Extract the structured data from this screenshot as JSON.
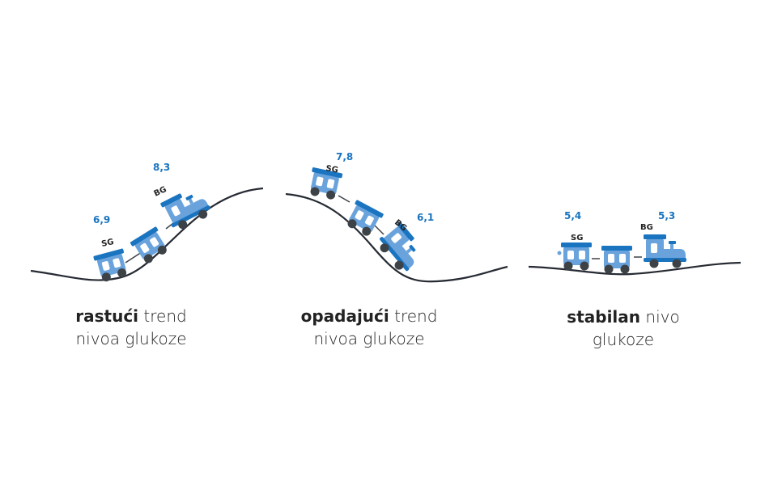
{
  "colors": {
    "car_light": "#6aa3dc",
    "car_dark": "#1a74c0",
    "wheel": "#3d4247",
    "track": "#262a33",
    "value_text": "#1a74c0"
  },
  "panels": [
    {
      "sg_label": "SG",
      "bg_label": "BG",
      "sg_value": "6,9",
      "bg_value": "8,3",
      "caption_bold": "rastući",
      "caption_rest": " trend",
      "caption_line2": "nivoa glukoze"
    },
    {
      "sg_label": "SG",
      "bg_label": "BG",
      "sg_value": "7,8",
      "bg_value": "6,1",
      "caption_bold": "opadajući",
      "caption_rest": " trend",
      "caption_line2": "nivoa glukoze"
    },
    {
      "sg_label": "SG",
      "bg_label": "BG",
      "sg_value": "5,4",
      "bg_value": "5,3",
      "caption_bold": "stabilan",
      "caption_rest": " nivo",
      "caption_line2": "glukoze"
    }
  ]
}
